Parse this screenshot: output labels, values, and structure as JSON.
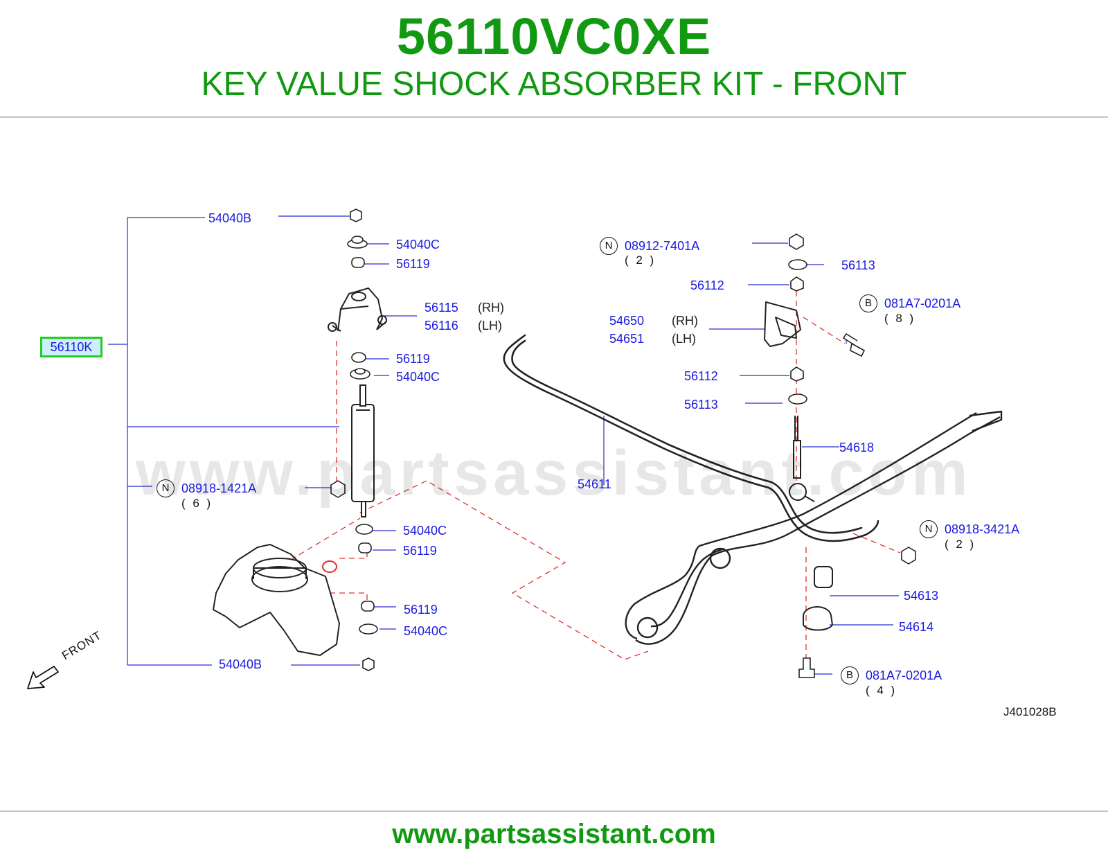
{
  "header": {
    "part_number": "56110VC0XE",
    "title": "KEY VALUE SHOCK ABSORBER KIT - FRONT",
    "brand_color": "#119911"
  },
  "diagram": {
    "watermark": "www.partsassistant.com",
    "highlighted_part": "56110K",
    "diagram_code": "J401028B",
    "front_label": "FRONT",
    "labels": {
      "p54040B_top": "54040B",
      "p54040C_1": "54040C",
      "p56119_1": "56119",
      "p56115": "56115",
      "rh_56115": "(RH)",
      "p56116": "56116",
      "lh_56116": "(LH)",
      "p56119_2": "56119",
      "p54040C_2": "54040C",
      "p08918_1421A": "08918-1421A",
      "q_6": "( 6 )",
      "p54040C_3": "54040C",
      "p56119_3": "56119",
      "p56119_4": "56119",
      "p54040C_4": "54040C",
      "p54040B_bottom": "54040B",
      "p08912_7401A": "08912-7401A",
      "q_2a": "( 2 )",
      "p56113_1": "56113",
      "p56112_1": "56112",
      "p081A7_0201A_1": "081A7-0201A",
      "q_8": "( 8 )",
      "p54650": "54650",
      "rh_54650": "(RH)",
      "p54651": "54651",
      "lh_54651": "(LH)",
      "p56112_2": "56112",
      "p56113_2": "56113",
      "p54618": "54618",
      "p54611": "54611",
      "p08918_3421A": "08918-3421A",
      "q_2b": "( 2 )",
      "p54613": "54613",
      "p54614": "54614",
      "p081A7_0201A_2": "081A7-0201A",
      "q_4": "( 4 )",
      "circle_N": "N",
      "circle_B": "B"
    }
  },
  "footer": {
    "url": "www.partsassistant.com"
  }
}
